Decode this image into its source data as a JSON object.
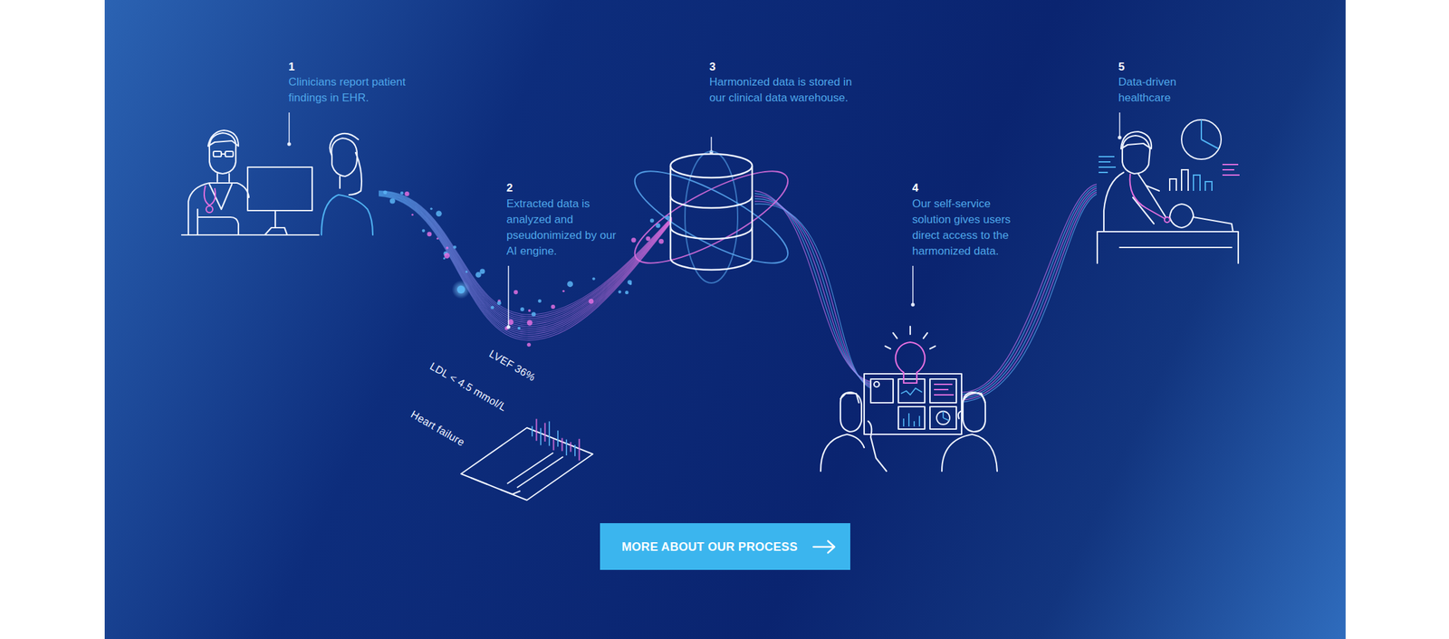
{
  "diagram": {
    "nodes": [
      {
        "text": [
          "MORE ABOUT OUR PROCESS"
        ]
      }
    ],
    "labels": [
      "1",
      "Clinicians report patient findings in EHR.",
      "2",
      "Extracted data is analyzed and pseudonimized by our AI engine.",
      "3",
      "Harmonized data is stored in our clinical data warehouse.",
      "4",
      "Our self-service solution gives users direct access to the harmonized data.",
      "5",
      "Data-driven healthcare",
      "LVEF 36%",
      "LDL < 4.5 mmol/L",
      "Heart failure"
    ]
  }
}
